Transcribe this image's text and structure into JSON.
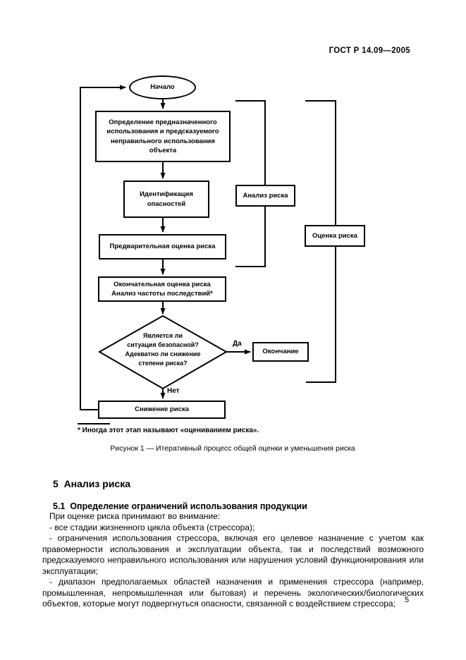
{
  "page": {
    "header": "ГОСТ Р 14.09—2005",
    "page_number": "5"
  },
  "flowchart": {
    "start": "Начало",
    "box_intended_use": [
      "Определение предназначенного",
      "использования и предсказуемого",
      "неправильного использования",
      "объекта"
    ],
    "box_hazard_id": [
      "Идентификация",
      "опасностей"
    ],
    "box_preliminary": "Предварительная оценка риска",
    "box_final": [
      "Окончательная оценка риска",
      "Анализ частоты последствий*"
    ],
    "decision": [
      "Является ли",
      "ситуация безопасной?",
      "Адекватно ли снижение",
      "степени риска?"
    ],
    "label_yes": "Да",
    "label_no": "Нет",
    "box_end": "Окончание",
    "box_risk_reduction": "Снижение риска",
    "bracket_risk_analysis": "Анализ риска",
    "bracket_risk_assessment": "Оценка риска"
  },
  "figure": {
    "footnote": "* Иногда этот этап называют «оцениванием риска».",
    "caption": "Рисунок 1 — Итеративный процесс общей оценки и уменьшения риска"
  },
  "section": {
    "heading": "5  Анализ риска",
    "subheading": "5.1  Определение ограничений использования продукции",
    "paragraphs": [
      "При оценке риска принимают во внимание:",
      "- все стадии жизненного цикла объекта (стрессора);",
      "- ограничения использования стрессора, включая его целевое назначение с учетом как правомерности использования и эксплуатации объекта, так и последствий возможного предсказуемого неправильного использования или нарушения условий функционирования или эксплуатации;",
      "- диапазон предполагаемых областей назначения и применения стрессора (например, промышленная, непромышленная или бытовая) и перечень экологических/биологических объектов, которые могут подвергнуться опасности, связанной с воздействием стрессора;"
    ]
  },
  "colors": {
    "ink": "#000000",
    "paper": "#ffffff"
  }
}
